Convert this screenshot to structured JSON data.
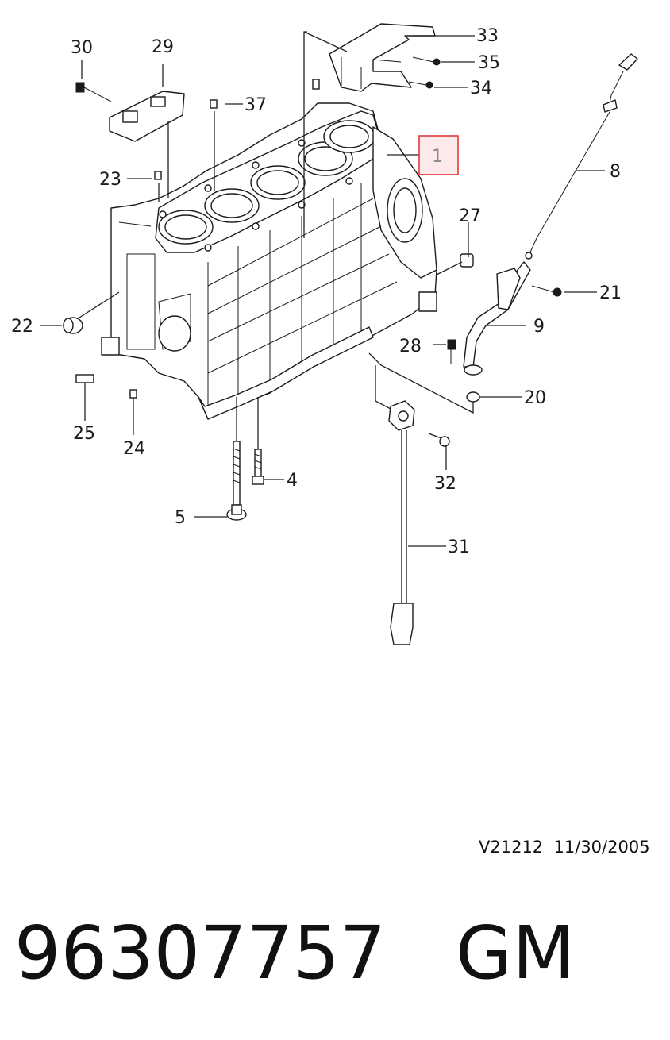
{
  "diagram": {
    "callouts": [
      {
        "id": "1",
        "text": "1",
        "highlighted": true
      },
      {
        "id": "4",
        "text": "4"
      },
      {
        "id": "5",
        "text": "5"
      },
      {
        "id": "8",
        "text": "8"
      },
      {
        "id": "9",
        "text": "9"
      },
      {
        "id": "20",
        "text": "20"
      },
      {
        "id": "21",
        "text": "21"
      },
      {
        "id": "22",
        "text": "22"
      },
      {
        "id": "23",
        "text": "23"
      },
      {
        "id": "24",
        "text": "24"
      },
      {
        "id": "25",
        "text": "25"
      },
      {
        "id": "27",
        "text": "27"
      },
      {
        "id": "28",
        "text": "28"
      },
      {
        "id": "29",
        "text": "29"
      },
      {
        "id": "30",
        "text": "30"
      },
      {
        "id": "31",
        "text": "31"
      },
      {
        "id": "32",
        "text": "32"
      },
      {
        "id": "33",
        "text": "33"
      },
      {
        "id": "34",
        "text": "34"
      },
      {
        "id": "35",
        "text": "35"
      },
      {
        "id": "37",
        "text": "37"
      }
    ],
    "highlight_color": "#e03a3a",
    "reference": "V21212  11/30/2005",
    "part_number": "96307757   GM"
  }
}
